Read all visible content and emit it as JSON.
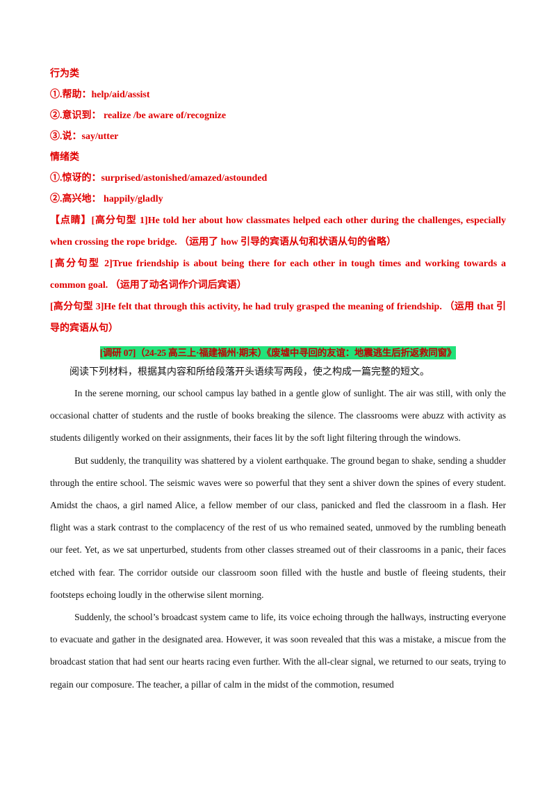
{
  "behavior": {
    "heading": "行为类",
    "items": [
      "①.帮助：help/aid/assist",
      "②.意识到：  realize /be aware of/recognize",
      "③.说：say/utter"
    ]
  },
  "emotion": {
    "heading": "情绪类",
    "items": [
      "①.惊讶的：surprised/astonished/amazed/astounded",
      "②.高兴地：  happily/gladly"
    ]
  },
  "notes": [
    "【点睛】[高分句型 1]He told her about how classmates helped each other during the challenges, especially when crossing the rope bridge. （运用了 how 引导的宾语从句和状语从句的省略）",
    "[高分句型 2]True friendship is about being there for each other in tough times and working towards a common goal. （运用了动名词作介词后宾语）",
    "[高分句型 3]He felt that through this activity, he had truly grasped the meaning of friendship. （运用 that 引导的宾语从句）"
  ],
  "exercise": {
    "title": "[调研 07]（24-25 高三上·福建福州·期末）《废墟中寻回的友谊：地震逃生后折返救同窗》",
    "instruction": "阅读下列材料，根据其内容和所给段落开头语续写两段，使之构成一篇完整的短文。",
    "paragraphs": [
      "In the serene morning, our school campus lay bathed in a gentle glow of sunlight. The air was still, with only the occasional chatter of students and the rustle of books breaking the silence. The classrooms were abuzz with activity as students diligently worked on their assignments, their faces lit by the soft light filtering through the windows.",
      "But suddenly, the tranquility was shattered by a violent earthquake. The ground began to shake, sending a shudder through the entire school. The seismic waves were so powerful that they sent a shiver down the spines of every student. Amidst the chaos, a girl named Alice, a fellow member of our class, panicked and fled the classroom in a flash. Her flight was a stark contrast to the complacency of the rest of us who remained seated, unmoved by the rumbling beneath our feet. Yet, as we sat unperturbed, students from other classes streamed out of their classrooms in a panic, their faces etched with fear. The corridor outside our classroom soon filled with the hustle and bustle of fleeing students, their footsteps echoing loudly in the otherwise silent morning.",
      "Suddenly, the school’s broadcast system came to life, its voice echoing through the hallways, instructing everyone to evacuate and gather in the designated area. However, it was soon revealed that this was a mistake, a miscue from the broadcast station that had sent our hearts racing even further. With the all-clear signal, we returned to our seats, trying to regain our composure. The teacher, a pillar of calm in the midst of the commotion, resumed"
    ]
  },
  "colors": {
    "emphasis_red": "#e00000",
    "title_highlight": "#22e27a",
    "title_text": "#c00000"
  }
}
